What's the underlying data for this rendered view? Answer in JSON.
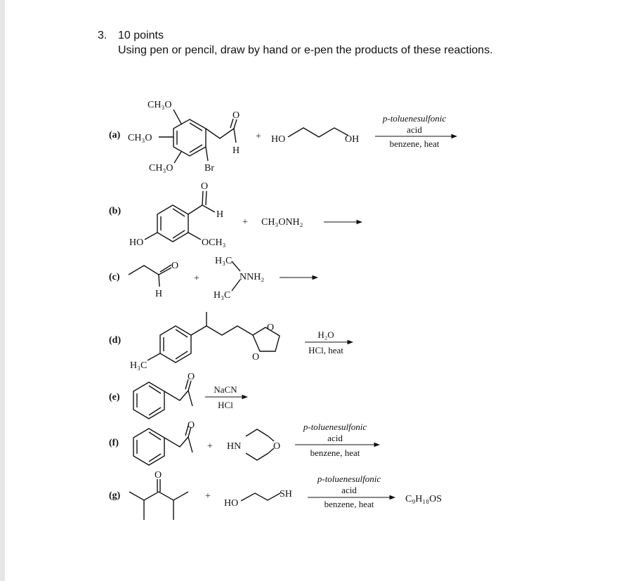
{
  "question": {
    "number": "3.",
    "points": "10 points",
    "instructions": "Using pen or pencil, draw by hand or e-pen the products of these reactions."
  },
  "reactions": {
    "a": {
      "label": "(a)",
      "substituents": [
        "CH₃O",
        "CH₃O",
        "CH₃O",
        "Br"
      ],
      "aldehyde": [
        "O",
        "H"
      ],
      "plus": "+",
      "reagent": [
        "HO",
        "OH"
      ],
      "conditions_above": [
        "p-toluenesulfonic",
        "acid"
      ],
      "conditions_below": "benzene, heat"
    },
    "b": {
      "label": "(b)",
      "substituents": [
        "O",
        "H",
        "HO",
        "OCH₃"
      ],
      "plus": "+",
      "reagent": "CH₃ONH₂"
    },
    "c": {
      "label": "(c)",
      "atoms": [
        "O",
        "H"
      ],
      "plus": "+",
      "reagent": [
        "H₃C",
        "NNH₂",
        "H₃C"
      ]
    },
    "d": {
      "label": "(d)",
      "atoms": [
        "H₃C",
        "O",
        "O"
      ],
      "conditions_above": "H₂O",
      "conditions_below": "HCl, heat"
    },
    "e": {
      "label": "(e)",
      "atoms": [
        "O"
      ],
      "conditions_above": "NaCN",
      "conditions_below": "HCl"
    },
    "f": {
      "label": "(f)",
      "atoms": [
        "O"
      ],
      "plus": "+",
      "reagent": [
        "HN",
        "O"
      ],
      "conditions_above": [
        "p-toluenesulfonic",
        "acid"
      ],
      "conditions_below": "benzene, heat"
    },
    "g": {
      "label": "(g)",
      "atoms": [
        "O"
      ],
      "plus": "+",
      "reagent": [
        "HO",
        "SH"
      ],
      "conditions_above": [
        "p-toluenesulfonic",
        "acid"
      ],
      "conditions_below": "benzene, heat",
      "product": "C₉H₁₈OS"
    }
  }
}
